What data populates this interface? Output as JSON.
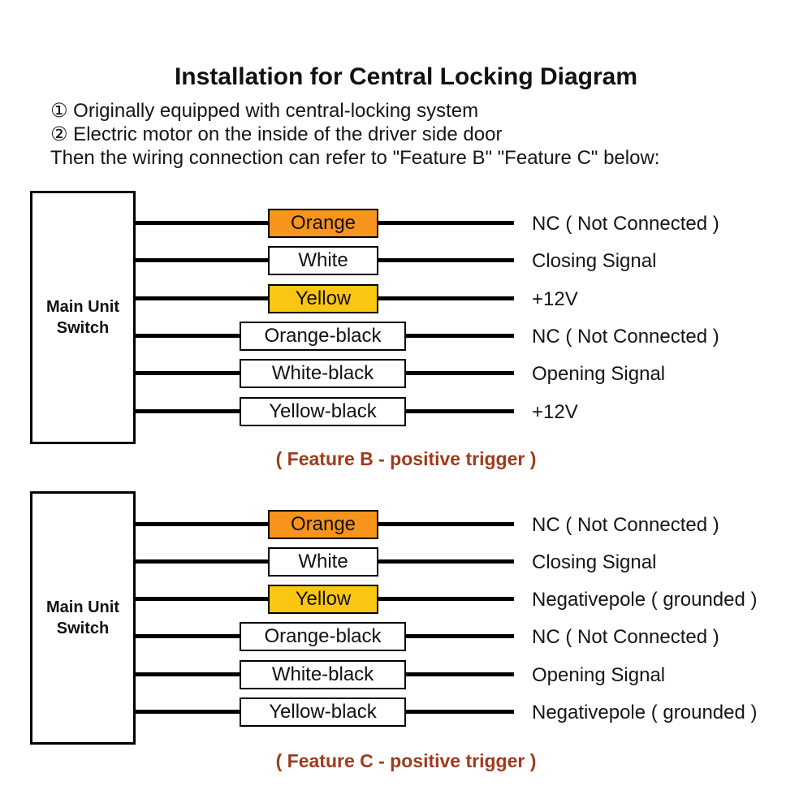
{
  "title": "Installation for Central Locking Diagram",
  "intro": {
    "line1": "① Originally equipped with central-locking system",
    "line2": "② Electric motor on the inside of the driver side door",
    "line3": "Then the wiring connection can refer to \"Feature B\" \"Feature C\" below:"
  },
  "colors": {
    "orange_fill": "#F7941D",
    "yellow_fill": "#FBC513",
    "white_fill": "#FFFFFF",
    "wire_black": "#000000",
    "caption_brown": "#9E3B1C"
  },
  "diagrams": [
    {
      "unit_line1": "Main Unit",
      "unit_line2": "Switch",
      "caption": "( Feature B - positive trigger )",
      "rows": [
        {
          "wire": "Orange",
          "fill": "#F7941D",
          "signal": "NC ( Not Connected )"
        },
        {
          "wire": "White",
          "fill": "#FFFFFF",
          "signal": "Closing Signal"
        },
        {
          "wire": "Yellow",
          "fill": "#FBC513",
          "signal": "+12V"
        },
        {
          "wire": "Orange-black",
          "fill": "#FFFFFF",
          "signal": "NC ( Not Connected )"
        },
        {
          "wire": "White-black",
          "fill": "#FFFFFF",
          "signal": "Opening Signal"
        },
        {
          "wire": "Yellow-black",
          "fill": "#FFFFFF",
          "signal": "+12V"
        }
      ]
    },
    {
      "unit_line1": "Main Unit",
      "unit_line2": "Switch",
      "caption": "( Feature C - positive trigger )",
      "rows": [
        {
          "wire": "Orange",
          "fill": "#F7941D",
          "signal": "NC ( Not Connected )"
        },
        {
          "wire": "White",
          "fill": "#FFFFFF",
          "signal": "Closing Signal"
        },
        {
          "wire": "Yellow",
          "fill": "#FBC513",
          "signal": "Negativepole ( grounded )"
        },
        {
          "wire": "Orange-black",
          "fill": "#FFFFFF",
          "signal": "NC ( Not Connected )"
        },
        {
          "wire": "White-black",
          "fill": "#FFFFFF",
          "signal": "Opening Signal"
        },
        {
          "wire": "Yellow-black",
          "fill": "#FFFFFF",
          "signal": "Negativepole ( grounded )"
        }
      ]
    }
  ]
}
